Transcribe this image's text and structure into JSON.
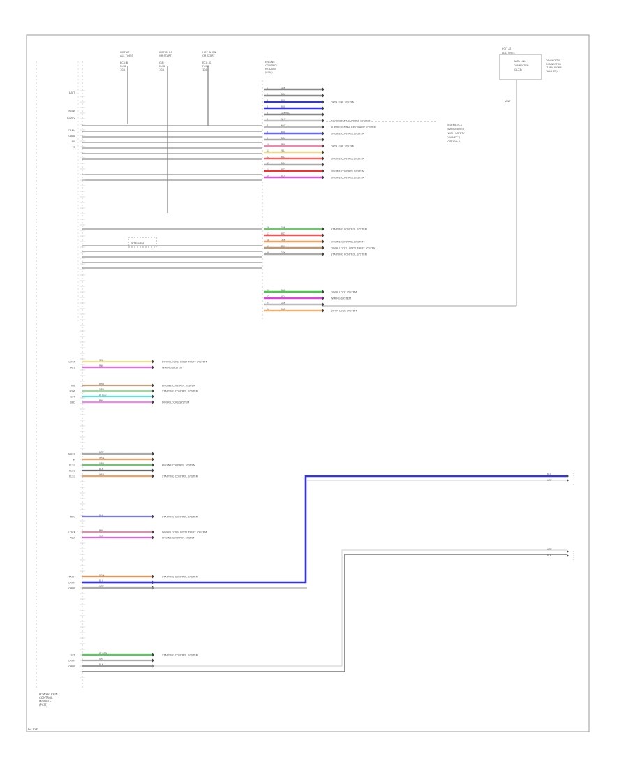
{
  "diagram": {
    "footer_label": "G4 296",
    "main_module": {
      "label_lines": [
        "POWERTRAIN",
        "CONTROL",
        "MODULE",
        "(PCM)"
      ]
    },
    "center_module": {
      "label_lines": [
        "ENGINE",
        "CONTROL",
        "MODULE",
        "(ECM)"
      ]
    },
    "fuse_labels": [
      {
        "lines": [
          "HOT AT",
          "ALL TIMES",
          "",
          "ECU-B",
          "FUSE",
          "10A"
        ]
      },
      {
        "lines": [
          "HOT IN ON",
          "OR START",
          "",
          "IGN",
          "FUSE",
          "10A"
        ]
      },
      {
        "lines": [
          "HOT IN ON",
          "OR START",
          "",
          "ECU-IG",
          "FUSE",
          "10A"
        ]
      }
    ],
    "top_right_box": {
      "lines": [
        "HOT AT",
        "ALL TIMES",
        "",
        "DATA LINK",
        "CONNECTOR",
        "(DLC3)"
      ],
      "side_lines": [
        "DIAGNOSTIC",
        "CONNECTOR",
        "(TURN SIGNAL",
        "FLASHER)"
      ]
    },
    "right_note": {
      "lines": [
        "TELEMATICS",
        "TRANSCEIVER",
        "(WITH SAFETY",
        "CONNECT)",
        "(OPTIONAL)"
      ]
    },
    "shield_label": "SHIELDED",
    "upper_pins": [
      {
        "left": "BATT",
        "wire": "",
        "dest": ""
      },
      {
        "left": "",
        "wire": "",
        "dest": ""
      },
      {
        "left": "IGSW",
        "wire": "",
        "dest": ""
      },
      {
        "left": "IGSW2",
        "wire": "",
        "dest": ""
      },
      {
        "left": "CANH",
        "wire": "",
        "dest": ""
      },
      {
        "left": "CANL",
        "wire": "",
        "dest": ""
      },
      {
        "left": "SIL",
        "wire": "",
        "dest": ""
      },
      {
        "left": "TC",
        "wire": "",
        "dest": ""
      }
    ],
    "center_wires": [
      {
        "num": "1",
        "code": "GRY",
        "color": "#888888",
        "dest": ""
      },
      {
        "num": "2",
        "code": "GRY",
        "color": "#888888",
        "dest": ""
      },
      {
        "num": "3",
        "code": "BLU",
        "color": "#3333ee",
        "dest": "DATA LINE SYSTEM"
      },
      {
        "num": "4",
        "code": "BLU",
        "color": "#3333ee",
        "dest": ""
      },
      {
        "num": "5",
        "code": "GRY/BLU",
        "color": "#888888",
        "dest": ""
      },
      {
        "num": "6",
        "code": "WHT",
        "color": "#bbbbbb",
        "dest": "INSTRUMENT CLUSTER SYSTEM"
      },
      {
        "num": "7",
        "code": "WHT",
        "color": "#bbbbbb",
        "dest": "SUPPLEMENTAL RESTRAINT SYSTEM"
      },
      {
        "num": "8",
        "code": "BLU",
        "color": "#6666ee",
        "dest": "ENGINE CONTROL SYSTEM"
      },
      {
        "num": "9",
        "code": "GRY",
        "color": "#aaaaaa",
        "dest": ""
      },
      {
        "num": "10",
        "code": "PNK",
        "color": "#ee88aa",
        "dest": "DATA LINE SYSTEM"
      },
      {
        "num": "11",
        "code": "YEL",
        "color": "#e8d890",
        "dest": ""
      },
      {
        "num": "12",
        "code": "RED",
        "color": "#ee6666",
        "dest": "ENGINE CONTROL SYSTEM"
      },
      {
        "num": "13",
        "code": "GRY",
        "color": "#aaaaaa",
        "dest": ""
      },
      {
        "num": "14",
        "code": "RED",
        "color": "#ee3333",
        "dest": "ENGINE CONTROL SYSTEM"
      },
      {
        "num": "15",
        "code": "VIO",
        "color": "#dd55dd",
        "dest": "ENGINE CONTROL SYSTEM"
      }
    ],
    "center_wires_b": [
      {
        "num": "16",
        "code": "GRN",
        "color": "#66cc66",
        "dest": "STARTING CONTROL SYSTEM"
      },
      {
        "num": "17",
        "code": "RED",
        "color": "#ee5555",
        "dest": ""
      },
      {
        "num": "18",
        "code": "ORN",
        "color": "#f0a060",
        "dest": "ENGINE CONTROL SYSTEM"
      },
      {
        "num": "19",
        "code": "BRN",
        "color": "#bb9977",
        "dest": "DOOR LOCKS, BODY THEFT SYSTEM"
      },
      {
        "num": "20",
        "code": "GRY",
        "color": "#aaaaaa",
        "dest": "STARTING CONTROL SYSTEM"
      }
    ],
    "center_wires_c": [
      {
        "num": "21",
        "code": "GRN",
        "color": "#44cc44",
        "dest": "DOOR LOCK SYSTEM"
      },
      {
        "num": "22",
        "code": "VIO",
        "color": "#dd44dd",
        "dest": "WIRING SYSTEM"
      },
      {
        "num": "23",
        "code": "GRY",
        "color": "#bbbbbb",
        "dest": ""
      },
      {
        "num": "24",
        "code": "ORN",
        "color": "#f0b070",
        "dest": "DOOR LOCK SYSTEM"
      }
    ],
    "lower_groups": [
      {
        "rows": [
          {
            "left": "LOCK",
            "code": "YEL",
            "color": "#eee090",
            "dest": "DOOR LOCKS, BODY THEFT SYSTEM"
          },
          {
            "left": "RES",
            "code": "PNK",
            "color": "#ee66ee",
            "dest": "WIRING SYSTEM"
          }
        ]
      },
      {
        "rows": [
          {
            "left": "IDL",
            "code": "BRN",
            "color": "#c0a080",
            "dest": "ENGINE CONTROL SYSTEM"
          },
          {
            "left": "NSW",
            "code": "GRN",
            "color": "#99dd99",
            "dest": "STARTING CONTROL SYSTEM"
          },
          {
            "left": "STP",
            "code": "LT BLU",
            "color": "#66dddd",
            "dest": ""
          },
          {
            "left": "SPD",
            "code": "PNK",
            "color": "#ee88ee",
            "dest": "DOOR LOCKS SYSTEM"
          }
        ]
      },
      {
        "rows": [
          {
            "left": "MREL",
            "code": "GRY",
            "color": "#aaaaaa",
            "dest": ""
          },
          {
            "left": "W",
            "code": "ORN",
            "color": "#f0a060",
            "dest": ""
          },
          {
            "left": "ELS1",
            "code": "GRN",
            "color": "#66cc66",
            "dest": "ENGINE CONTROL SYSTEM"
          },
          {
            "left": "ELS2",
            "code": "BLK",
            "color": "#666666",
            "dest": ""
          },
          {
            "left": "ELS3",
            "code": "ORN",
            "color": "#f0a060",
            "dest": "STARTING CONTROL SYSTEM"
          }
        ]
      },
      {
        "rows": [
          {
            "left": "REV",
            "code": "BLU",
            "color": "#7777ee",
            "dest": "STARTING CONTROL SYSTEM"
          }
        ]
      },
      {
        "rows": [
          {
            "left": "LOCK",
            "code": "PNK",
            "color": "#ee88aa",
            "dest": "DOOR LOCKS, BODY THEFT SYSTEM"
          },
          {
            "left": "PSW",
            "code": "VIO",
            "color": "#dd66dd",
            "dest": "ENGINE CONTROL SYSTEM"
          }
        ]
      },
      {
        "rows": [
          {
            "left": "TACH",
            "code": "ORN",
            "color": "#f09050",
            "dest": "STARTING CONTROL SYSTEM"
          },
          {
            "left": "CANH",
            "code": "BLU",
            "color": "#3333ee",
            "dest": ""
          },
          {
            "left": "CANL",
            "code": "GRY",
            "color": "#aaaaaa",
            "dest": ""
          }
        ]
      },
      {
        "rows": [
          {
            "left": "SFT",
            "code": "LT GRN",
            "color": "#55cc55",
            "dest": "STARTING CONTROL SYSTEM"
          },
          {
            "left": "CANH",
            "code": "GRY",
            "color": "#aaaaaa",
            "dest": ""
          },
          {
            "left": "CANL",
            "code": "BLK",
            "color": "#666666",
            "dest": ""
          }
        ]
      }
    ],
    "right_connectors": [
      {
        "top": "BLU",
        "bottom": "GRY"
      },
      {
        "top": "GRY",
        "bottom": "BLK"
      }
    ],
    "bottom_module_label": [
      "POWERTRAIN",
      "CONTROL",
      "MODULE",
      "(PCM)"
    ],
    "right_tag": "ANT"
  }
}
